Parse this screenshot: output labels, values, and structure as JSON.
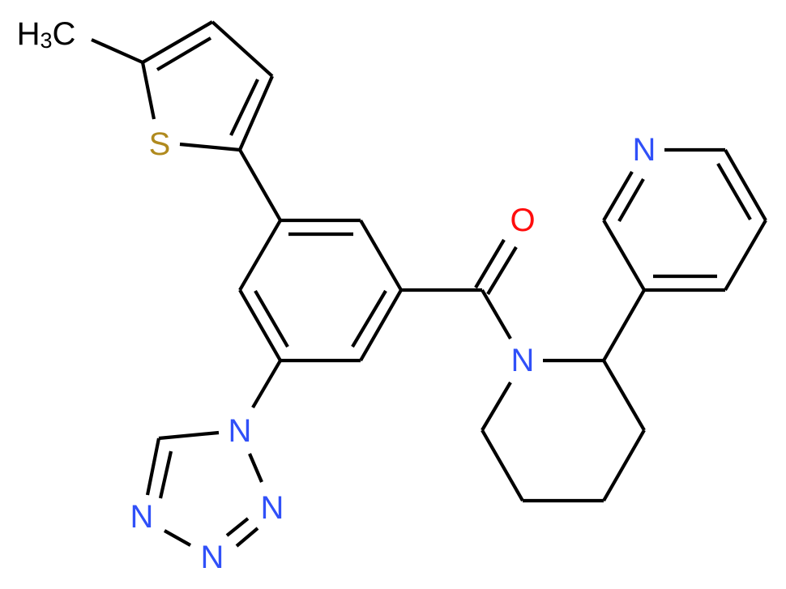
{
  "diagram": {
    "type": "chemical-structure",
    "description": "(3-(5-methylthiophen-2-yl)-5-(tetrazol-1-yl)phenyl)(2-(pyridin-3-yl)piperidin-1-yl)methanone",
    "colors": {
      "bond": "#000000",
      "nitrogen": "#3050F8",
      "oxygen": "#FF0D0D",
      "sulfur": "#B08A1E",
      "carbon_label": "#000000"
    },
    "atom_labels": {
      "methyl": {
        "main": "H",
        "sub": "3",
        "tail": "C"
      },
      "thiophene_s": "S",
      "carbonyl_o": "O",
      "piperidine_n": "N",
      "pyridine_n": "N",
      "tetrazole_n1": "N",
      "tetrazole_n2": "N",
      "tetrazole_n3": "N",
      "tetrazole_n4": "N"
    },
    "groups": [
      "methyl",
      "thiophene",
      "benzene",
      "carbonyl",
      "piperidine",
      "pyridine",
      "tetrazole"
    ]
  }
}
